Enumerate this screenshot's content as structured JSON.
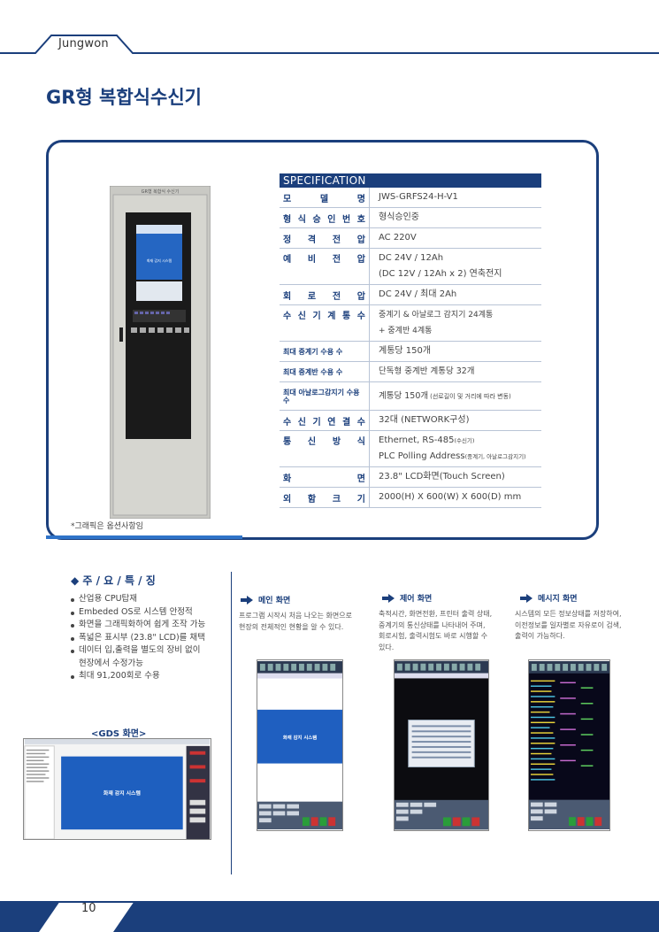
{
  "header": {
    "brand": "Jungwon"
  },
  "title": "GR형 복합식수신기",
  "spec": {
    "heading": "SPECIFICATION",
    "rows": [
      {
        "key": "모 델 명",
        "lines": [
          "JWS-GRFS24-H-V1"
        ]
      },
      {
        "key": "형식승인번호",
        "lines": [
          "형식승인중"
        ]
      },
      {
        "key": "정 격 전 압",
        "lines": [
          "AC 220V"
        ]
      },
      {
        "key": "예 비 전 압",
        "lines": [
          "DC 24V / 12Ah",
          "(DC 12V / 12Ah x 2) 연축전지"
        ]
      },
      {
        "key": "회 로 전 압",
        "lines": [
          "DC 24V / 최대 2Ah"
        ]
      },
      {
        "key": "수신기계통수",
        "lines": [
          "중계기 & 아날로그 감지기 24계통",
          "+ 중계반 4계통"
        ]
      },
      {
        "key": "최대 중계기 수용 수",
        "lines": [
          "계통당 150개"
        ]
      },
      {
        "key": "최대 중계반 수용 수",
        "lines": [
          "단독형 중계반 계통당 32개"
        ]
      },
      {
        "key": "최대 아날로그감지기 수용 수",
        "lines": [
          "계통당 150개"
        ],
        "note": "(선로길이 및 거리에 따라 변동)"
      },
      {
        "key": "수신기연결수",
        "lines": [
          "32대 (NETWORK구성)"
        ]
      },
      {
        "key": "통 신 방 식",
        "lines": [
          "Ethernet, RS-485",
          "PLC Polling Address"
        ],
        "notes": [
          "(수신기)",
          "(중계기, 아날로그감지기)"
        ]
      },
      {
        "key": "화 면",
        "lines": [
          "23.8\" LCD화면(Touch Screen)"
        ]
      },
      {
        "key": "외 함 크 기",
        "lines": [
          "2000(H) X 600(W) X 600(D) mm"
        ]
      }
    ]
  },
  "cabinet": {
    "label": "GR형 복합식 수신기",
    "screen_text": "화재 감지 시스템"
  },
  "note": "*그래픽은 옵션사항임",
  "features": {
    "heading": "◆ 주 / 요 / 특 / 징",
    "items": [
      "산업용 CPU탑재",
      "Embeded OS로 시스템 안정적",
      "화면을 그래픽화하여 쉽게 조작 가능",
      "폭넓은 표시부 (23.8\" LCD)를 채택",
      "데이터 입,출력을 별도의 장비 없이",
      "현장에서 수정가능",
      "최대 91,200회로 수용"
    ]
  },
  "gds": {
    "caption": "<GDS 화면>",
    "screen_text": "화재 감지 시스템"
  },
  "screens": [
    {
      "title": "메인 화면",
      "desc": [
        "프로그램 시작시 처음 나오는 화면으로",
        "현장의 전체적인 현황을 알 수 있다."
      ],
      "screen_text": "화재 감지 시스템"
    },
    {
      "title": "제어 화면",
      "desc": [
        "축적시간, 화면전환, 프린터 출력 상태,",
        "중계기의 통신상태를 나타내어 주며,",
        "회로시험, 출력시험도 바로 시행할 수",
        "있다."
      ]
    },
    {
      "title": "메시지 화면",
      "desc": [
        "시스템의 모든 정보상태를 저장하여,",
        "이전정보를 일자별로 자유로이 검색,",
        "출력이 가능하다."
      ]
    }
  ],
  "footer": {
    "page": "10"
  },
  "colors": {
    "navy": "#1b3f7c",
    "accent": "#2f73c8"
  }
}
